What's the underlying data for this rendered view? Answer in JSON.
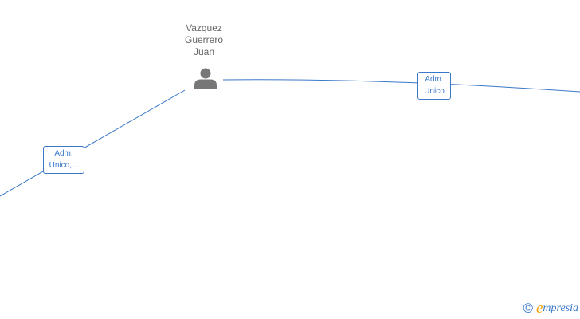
{
  "diagram": {
    "person": {
      "name_lines": [
        "Vazquez",
        "Guerrero",
        "Juan"
      ],
      "icon": "person-icon"
    },
    "edges": [
      {
        "label_lines": [
          "Adm.",
          "Unico,..."
        ]
      },
      {
        "label_lines": [
          "Adm.",
          "Unico"
        ]
      }
    ]
  },
  "branding": {
    "copyright_symbol": "©",
    "logo_initial": "e",
    "logo_rest": "mpresia"
  },
  "colors": {
    "edge": "#3a78c9",
    "person_text": "#666666",
    "person_icon": "#777777",
    "logo_accent": "#f0a100"
  }
}
